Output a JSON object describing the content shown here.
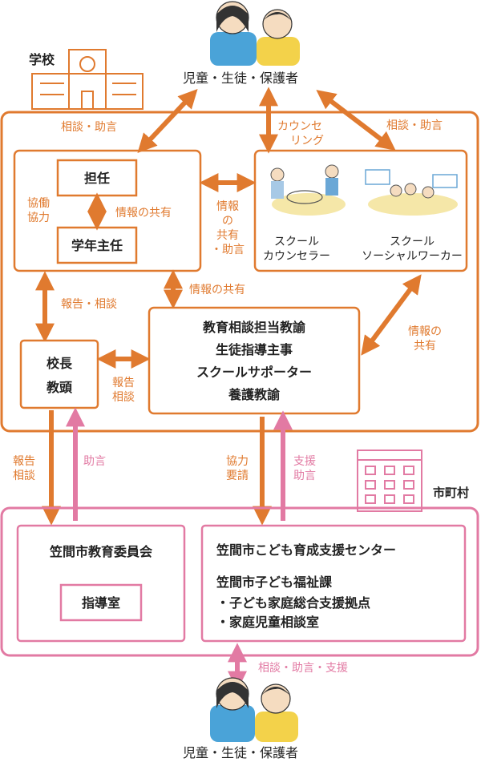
{
  "top_group_label": "児童・生徒・保護者",
  "bottom_group_label": "児童・生徒・保護者",
  "school_label": "学校",
  "city_label": "市町村",
  "school": {
    "tannin": "担任",
    "gakunen": "学年主任",
    "kyodo_1": "協働",
    "kyodo_2": "協力",
    "jouhou_kyouyu": "情報の共有",
    "sc_1": "スクール",
    "sc_2": "カウンセラー",
    "ssw_1": "スクール",
    "ssw_2": "ソーシャルワーカー",
    "kocho": "校長",
    "kyoto": "教頭",
    "staff": [
      "教育相談担当教諭",
      "生徒指導主事",
      "スクールサポーター",
      "養護教諭"
    ]
  },
  "arrows": {
    "soudan_jogen_left": "相談・助言",
    "soudan_jogen_right": "相談・助言",
    "counseling_1": "カウンセ",
    "counseling_2": "リング",
    "jouhou_share_mid_1": "情報",
    "jouhou_share_mid_2": "の",
    "jouhou_share_mid_3": "共有",
    "jouhou_share_mid_4": "・助言",
    "jouhou_share_center": "情報の共有",
    "houkoku_soudan_left": "報告・相談",
    "houkoku_soudan_1": "報告",
    "houkoku_soudan_2": "相談",
    "jouhou_share_right_1": "情報の",
    "jouhou_share_right_2": "共有",
    "houkoku_down_1": "報告",
    "houkoku_down_2": "相談",
    "jogen_up": "助言",
    "kyoryoku_1": "協力",
    "kyoryoku_2": "要請",
    "shien_1": "支援",
    "shien_2": "助言",
    "bottom_link": "相談・助言・支援"
  },
  "city": {
    "board": "笠間市教育委員会",
    "shidou": "指導室",
    "center": "笠間市こども育成支援センター",
    "welfare": "笠間市子ども福祉課",
    "welfare_items": [
      "・子ども家庭総合支援拠点",
      "・家庭児童相談室"
    ]
  },
  "colors": {
    "orange": "#e07a2f",
    "pink": "#e27aa3"
  }
}
